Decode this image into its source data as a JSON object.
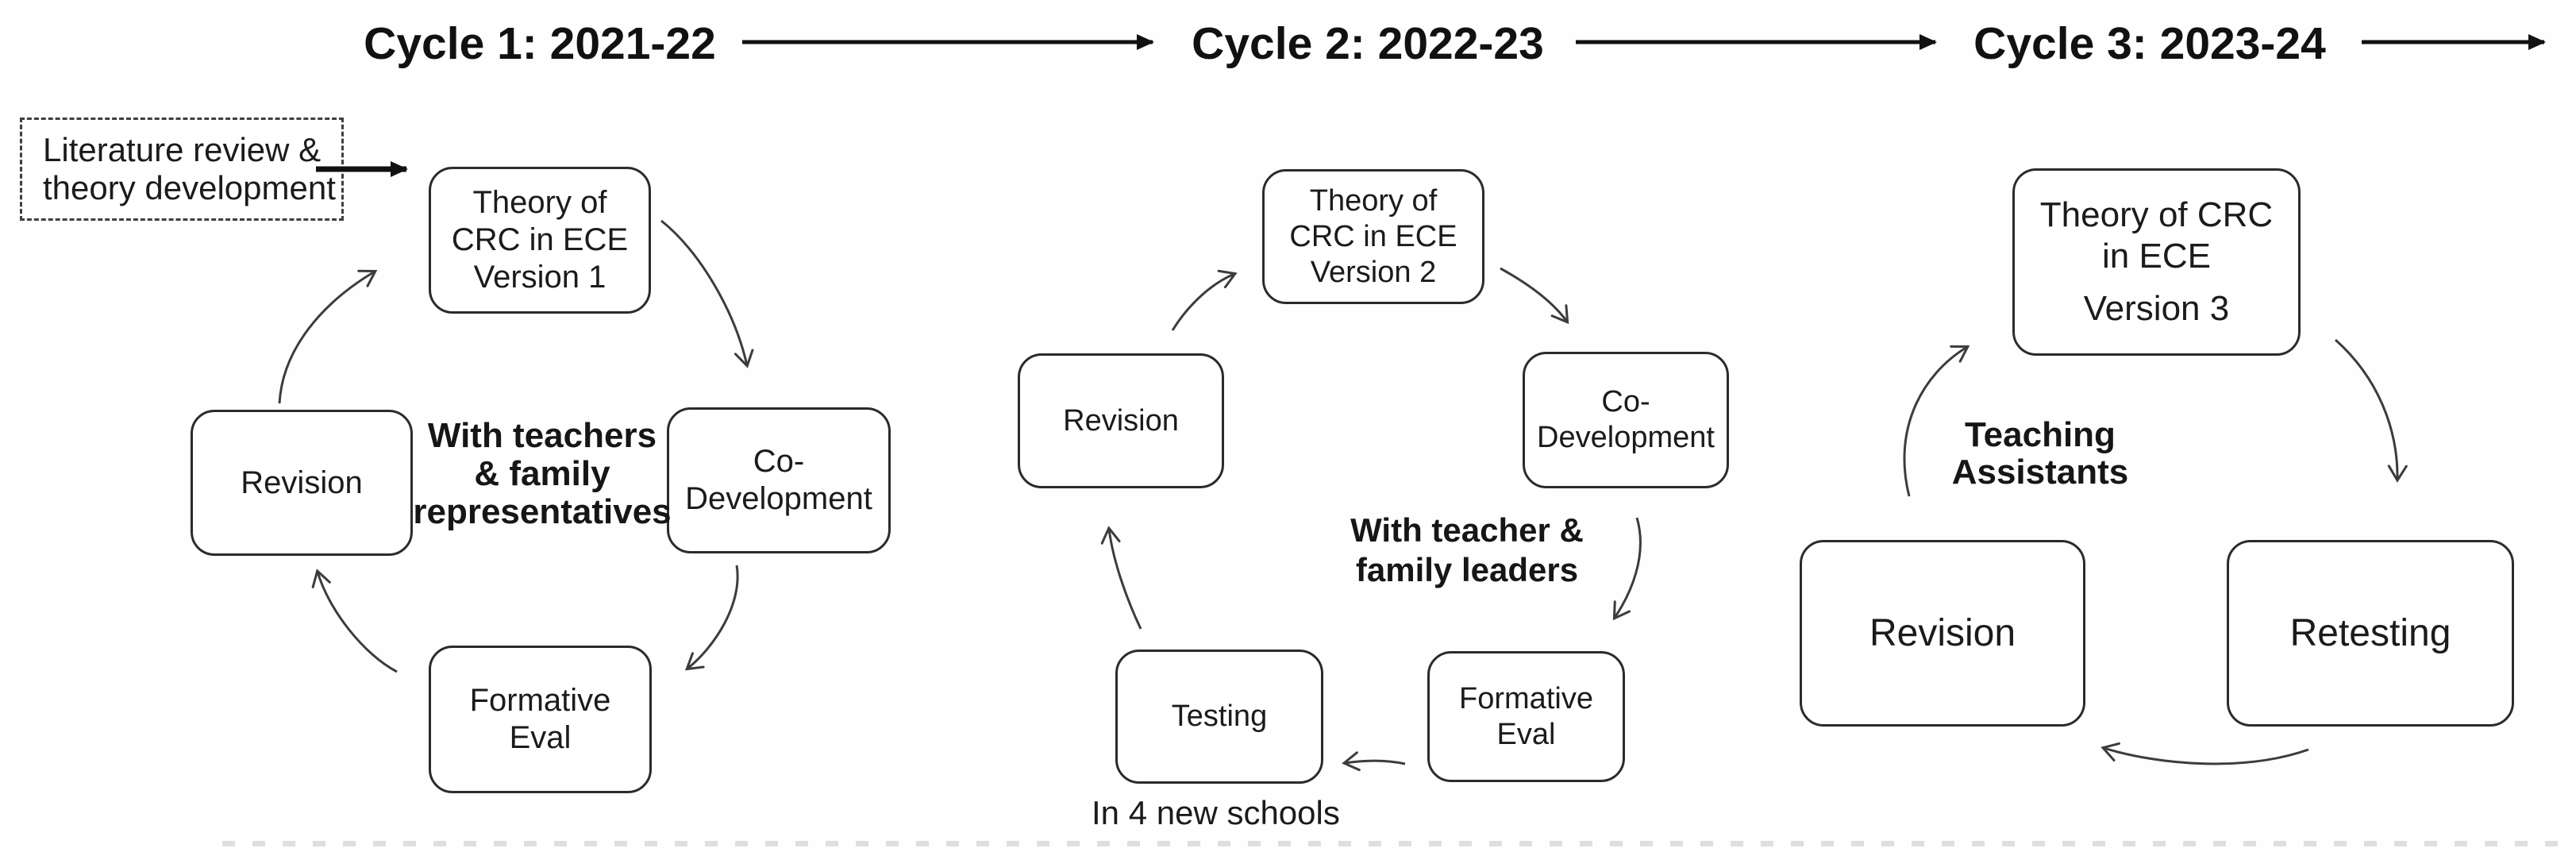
{
  "titles": {
    "cycle1": "Cycle 1: 2021-22",
    "cycle2": "Cycle 2: 2022-23",
    "cycle3": "Cycle 3: 2023-24"
  },
  "entry": {
    "label": "Literature review &\ntheory development"
  },
  "cycle1": {
    "theory": "Theory of\nCRC in ECE\nVersion 1",
    "codev": "Co-\nDevelopment",
    "formative": "Formative\nEval",
    "revision": "Revision",
    "note": "With teachers\n& family\nrepresentatives"
  },
  "cycle2": {
    "theory": "Theory of\nCRC in ECE\nVersion 2",
    "revision": "Revision",
    "codev": "Co-\nDevelopment",
    "formative": "Formative\nEval",
    "testing": "Testing",
    "note": "With teacher &\nfamily leaders",
    "caption": "In 4 new schools"
  },
  "cycle3": {
    "theory_main": "Theory of CRC\nin ECE",
    "theory_version": "Version 3",
    "revision": "Revision",
    "retesting": "Retesting",
    "note": "Teaching\nAssistants"
  },
  "colors": {
    "box_border": "#2b2b2b",
    "arrow_dark": "#111111",
    "arrow_curve": "#3c3c3c",
    "text": "#1b1b1b",
    "background": "#fefefe"
  }
}
